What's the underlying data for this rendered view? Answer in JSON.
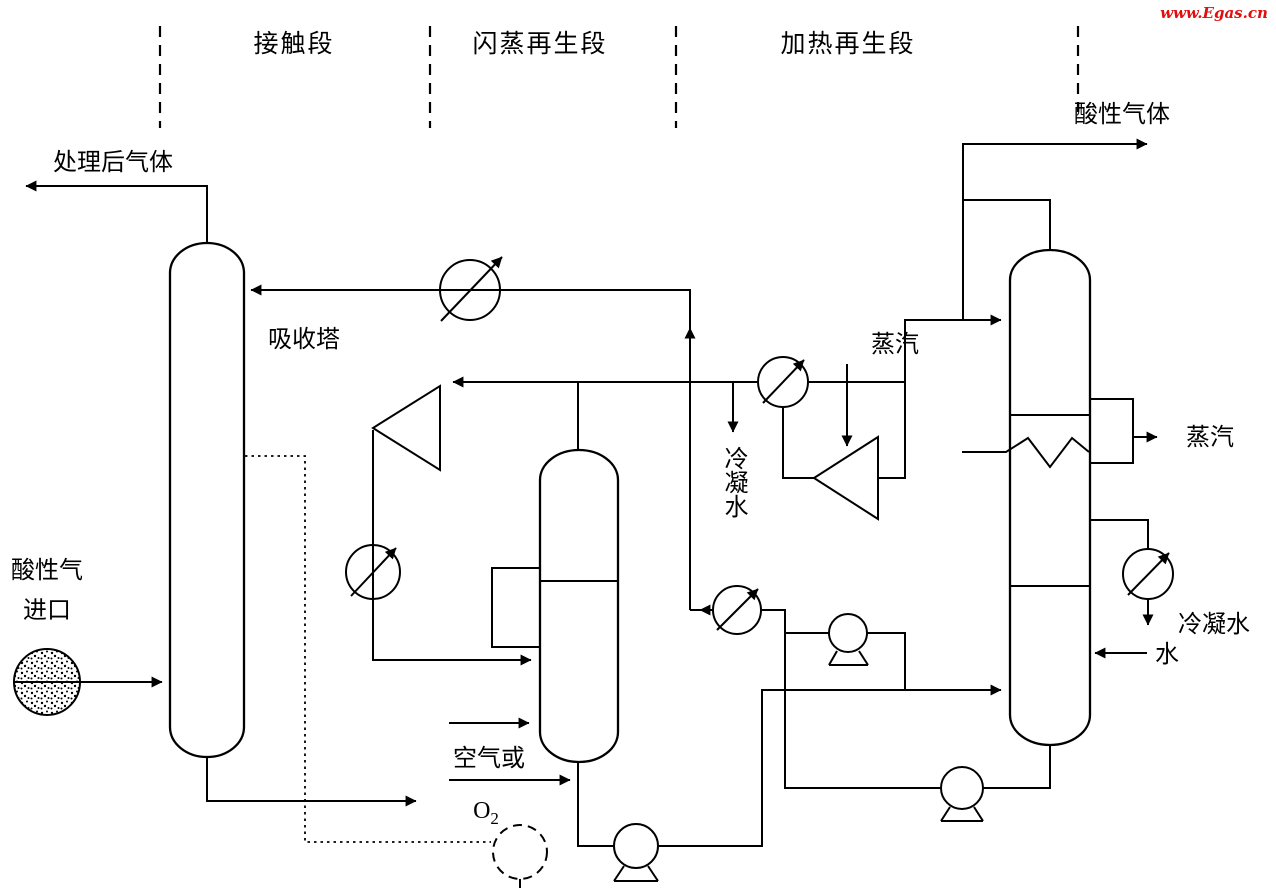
{
  "watermark": "www.Egas.cn",
  "sections": {
    "contact": "接触段",
    "flash_regen": "闪蒸再生段",
    "heat_regen": "加热再生段"
  },
  "equipment": {
    "absorber": "吸收塔"
  },
  "streams": {
    "treated_gas": "处理后气体",
    "acid_gas_inlet_line1": "酸性气",
    "acid_gas_inlet_line2": "进口",
    "air_or": "空气或",
    "o2_base": "O",
    "o2_sub": "2",
    "condensate_mid": "冷凝水",
    "steam_mid": "蒸汽",
    "steam_reboiler": "蒸汽",
    "condensate_right": "冷凝水",
    "water": "水",
    "acid_gas_out": "酸性气体"
  },
  "colors": {
    "line": "#000000",
    "watermark": "#e10e0e",
    "background": "#ffffff"
  }
}
